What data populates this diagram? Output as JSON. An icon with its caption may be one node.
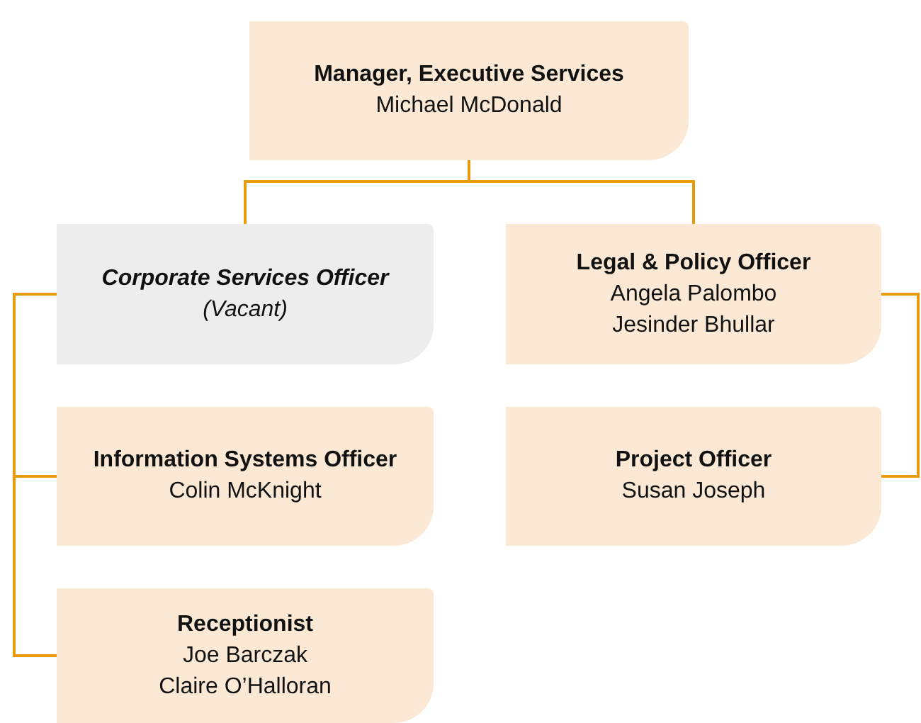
{
  "diagram": {
    "nodes": [
      {
        "text": [
          "Manager, Executive Services",
          "Michael McDonald"
        ]
      },
      {
        "text": [
          "Corporate Services Officer",
          "(Vacant)"
        ]
      },
      {
        "text": [
          "Legal & Policy Officer",
          "Angela Palombo",
          "Jesinder Bhullar"
        ]
      },
      {
        "text": [
          "Information Systems Officer",
          "Colin McKnight"
        ]
      },
      {
        "text": [
          "Project Officer",
          "Susan Joseph"
        ]
      },
      {
        "text": [
          "Receptionist",
          "Joe Barczak",
          "Claire O’Halloran"
        ]
      }
    ],
    "edges": [
      {
        "from": 0,
        "to": 1,
        "arrow": "none"
      },
      {
        "from": 0,
        "to": 2,
        "arrow": "none"
      },
      {
        "from": 1,
        "to": 3,
        "arrow": "none"
      },
      {
        "from": 1,
        "to": 5,
        "arrow": "none"
      },
      {
        "from": 2,
        "to": 4,
        "arrow": "none"
      }
    ]
  }
}
